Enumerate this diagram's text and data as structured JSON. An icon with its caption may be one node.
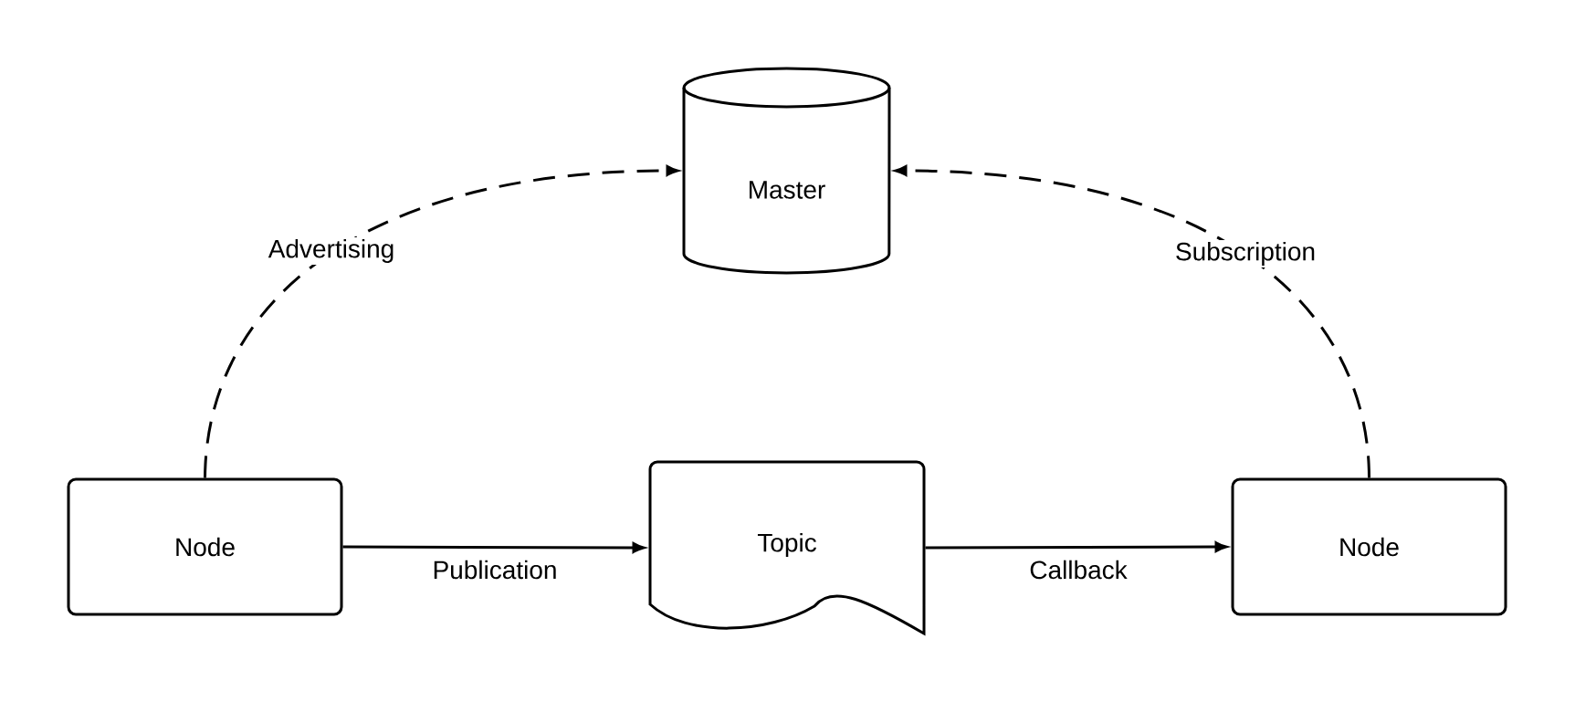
{
  "diagram": {
    "nodes": [
      {
        "text": [
          "Master"
        ]
      },
      {
        "text": [
          "Node"
        ]
      },
      {
        "text": [
          "Topic"
        ]
      },
      {
        "text": [
          "Node"
        ]
      }
    ],
    "edges": [
      {
        "from": 1,
        "to": 0,
        "arrow": "to",
        "label": "Advertising",
        "style": "dashed"
      },
      {
        "from": 3,
        "to": 0,
        "arrow": "to",
        "label": "Subscription",
        "style": "dashed"
      },
      {
        "from": 1,
        "to": 2,
        "arrow": "to",
        "label": "Publication"
      },
      {
        "from": 2,
        "to": 3,
        "arrow": "to",
        "label": "Callback"
      }
    ]
  }
}
